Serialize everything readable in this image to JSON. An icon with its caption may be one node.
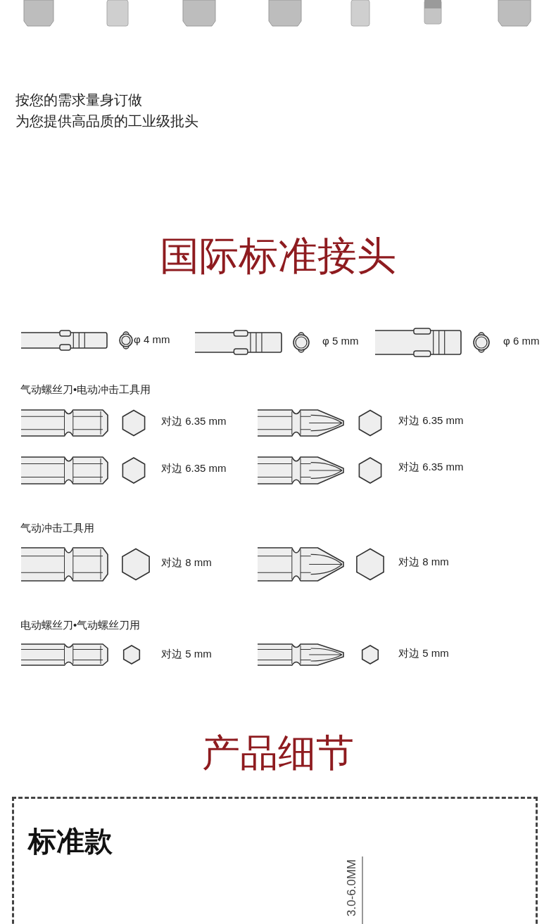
{
  "diagram": {
    "title": "国际标准接头",
    "nodes": [
      {
        "text": [
          "标准款"
        ]
      }
    ],
    "edges": [],
    "labels": [
      "按您的需求量身订做",
      "为您提供高品质的工业级批头",
      "φ 4 mm",
      "φ 5 mm",
      "φ 6 mm",
      "气动螺丝刀•电动冲击工具用",
      "对边 6.35 mm",
      "对边 6.35 mm",
      "对边 6.35 mm",
      "对边 6.35 mm",
      "气动冲击工具用",
      "对边 8 mm",
      "对边 8 mm",
      "电动螺丝刀•气动螺丝刀用",
      "对边 5 mm",
      "对边 5 mm",
      "产品细节",
      "3.0-6.0MM"
    ]
  }
}
